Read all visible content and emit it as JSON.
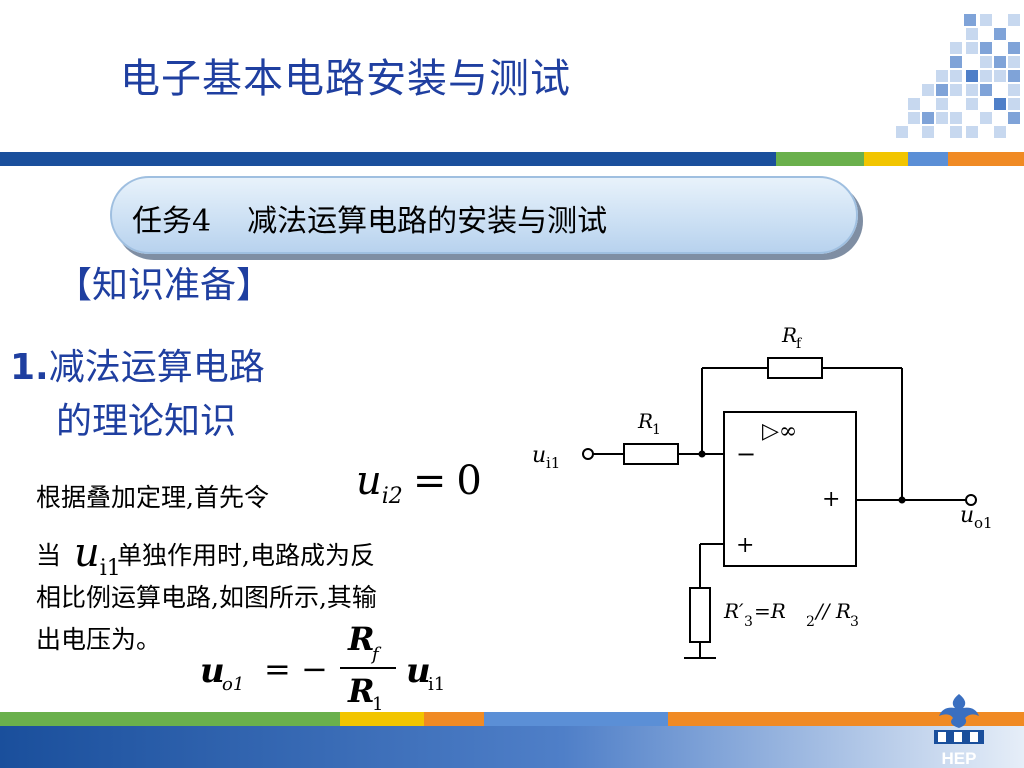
{
  "header": {
    "title": "电子基本电路安装与测试"
  },
  "task": {
    "number_label": "任务4",
    "name": "减法运算电路的安装与测试"
  },
  "knowledge_heading": "【知识准备】",
  "section": {
    "number": "1.",
    "title_line1": "减法运算电路",
    "title_line2": "的理论知识"
  },
  "body": {
    "line1": "根据叠加定理,首先令",
    "line2_prefix": "当",
    "line2_suffix": "单独作用时,电路成为反",
    "line3": "相比例运算电路,如图所示,其输",
    "line4": "出电压为。"
  },
  "equations": {
    "eq1_var": "u",
    "eq1_sub": "i2",
    "eq1_op": "=",
    "eq1_value": "0",
    "eq2_var": "u",
    "eq2_sub": "i1",
    "formula_lhs": "u",
    "formula_lhs_sub": "o1",
    "formula_eq": "= −",
    "formula_num": "R",
    "formula_num_sub": "f",
    "formula_den": "R",
    "formula_den_sub": "1",
    "formula_rhs": "u",
    "formula_rhs_sub": "i1"
  },
  "circuit": {
    "rf_label": "R",
    "rf_sub": "f",
    "r1_label": "R",
    "r1_sub": "1",
    "input_label": "u",
    "input_sub": "i1",
    "output_label": "u",
    "output_sub": "o1",
    "opamp_symbol": "▷∞",
    "minus": "−",
    "plus": "+",
    "r3_label": "R′",
    "r3_sub": "3",
    "r3_eq": "=R",
    "r3_eq_sub": "2",
    "r3_par": "// R",
    "r3_par_sub": "3"
  },
  "logo": {
    "text": "HEP"
  },
  "colors": {
    "title_blue": "#1f3fa0",
    "band_blue": "#1a4f9c",
    "green": "#6ab04c",
    "yellow": "#f2c500",
    "orange": "#f08a24",
    "light_blue": "#5b8fd6"
  }
}
